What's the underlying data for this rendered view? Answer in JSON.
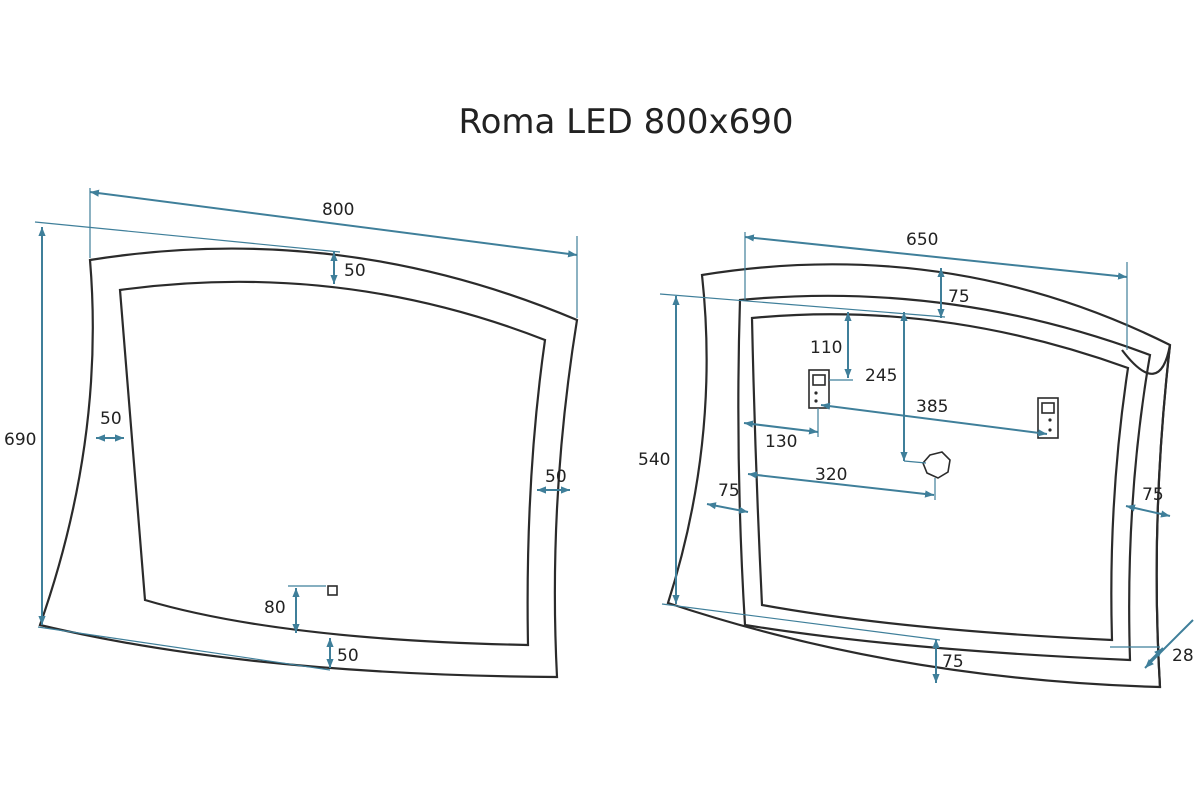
{
  "title": "Roma LED 800x690",
  "front_view": {
    "width": "800",
    "height": "690",
    "top_border": "50",
    "left_border": "50",
    "right_border": "50",
    "bottom_border": "50",
    "sensor_offset": "80"
  },
  "back_view": {
    "width": "650",
    "height": "540",
    "top_offset": "75",
    "hanger_offset": "110",
    "outlet_offset": "245",
    "hanger_spacing": "385",
    "hanger_side_offset": "130",
    "outlet_side_offset": "320",
    "left_offset": "75",
    "right_offset": "75",
    "bottom_offset": "75",
    "depth": "28"
  },
  "colors": {
    "dimension": "#3f7f9a",
    "outline": "#2b2b2b"
  }
}
